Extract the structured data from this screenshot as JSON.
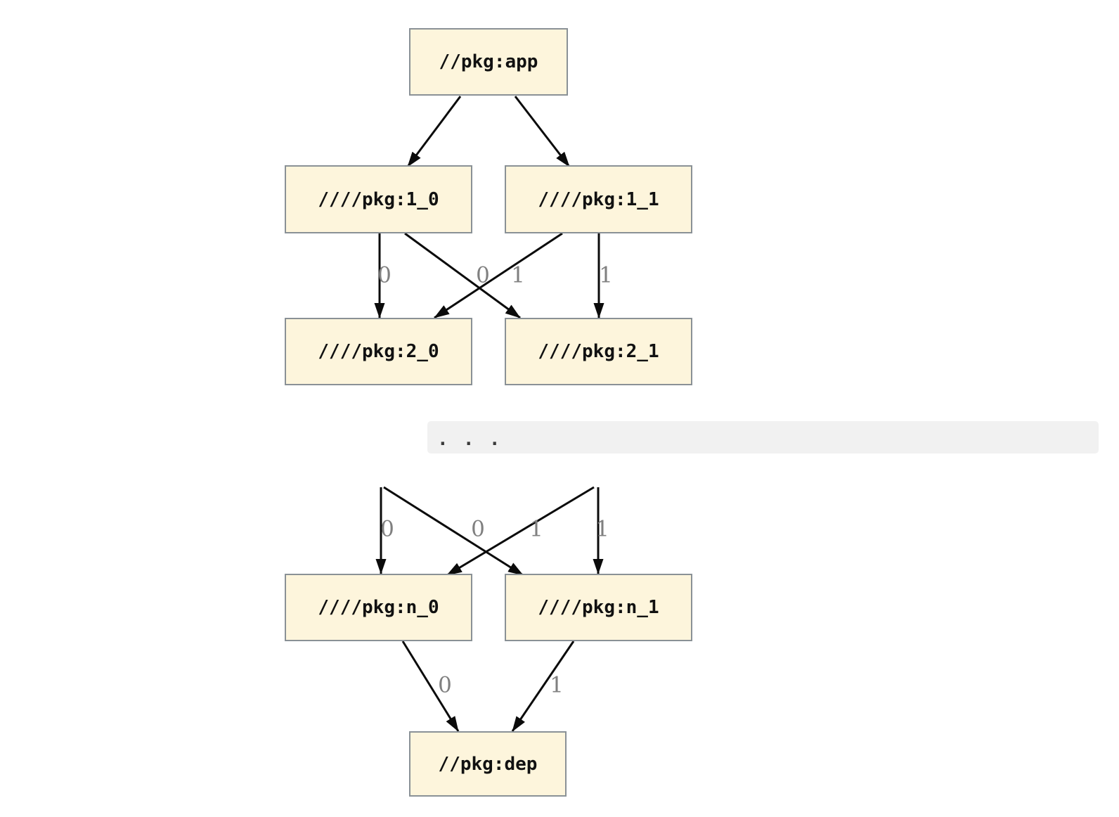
{
  "diagram": {
    "type": "dependency-graph",
    "nodes": [
      {
        "id": "app",
        "label": "//pkg:app"
      },
      {
        "id": "1_0",
        "label": "////pkg:1_0"
      },
      {
        "id": "1_1",
        "label": "////pkg:1_1"
      },
      {
        "id": "2_0",
        "label": "////pkg:2_0"
      },
      {
        "id": "2_1",
        "label": "////pkg:2_1"
      },
      {
        "id": "n_0",
        "label": "////pkg:n_0"
      },
      {
        "id": "n_1",
        "label": "////pkg:n_1"
      },
      {
        "id": "dep",
        "label": "//pkg:dep"
      }
    ],
    "ellipsis": ". . .",
    "edges": [
      {
        "from": "app",
        "to": "1_0",
        "label": ""
      },
      {
        "from": "app",
        "to": "1_1",
        "label": ""
      },
      {
        "from": "1_0",
        "to": "2_0",
        "label": "0"
      },
      {
        "from": "1_0",
        "to": "2_1",
        "label": "1"
      },
      {
        "from": "1_1",
        "to": "2_0",
        "label": "0"
      },
      {
        "from": "1_1",
        "to": "2_1",
        "label": "1"
      },
      {
        "from": "ellipsis",
        "to": "n_0",
        "label": "0"
      },
      {
        "from": "ellipsis",
        "to": "n_1",
        "label": "1"
      },
      {
        "from": "ellipsis",
        "to": "n_0",
        "label": "0"
      },
      {
        "from": "ellipsis",
        "to": "n_1",
        "label": "1"
      },
      {
        "from": "n_0",
        "to": "dep",
        "label": "0"
      },
      {
        "from": "n_1",
        "to": "dep",
        "label": "1"
      }
    ],
    "edge_labels": [
      {
        "edge": "1_0->2_0",
        "text": "0"
      },
      {
        "edge": "1_1->2_0",
        "text": "0"
      },
      {
        "edge": "1_0->2_1",
        "text": "1"
      },
      {
        "edge": "1_1->2_1",
        "text": "1"
      },
      {
        "edge": "ellipsis->n_0",
        "text": "0"
      },
      {
        "edge": "ellipsis-cross->n_0",
        "text": "0"
      },
      {
        "edge": "ellipsis-cross->n_1",
        "text": "1"
      },
      {
        "edge": "ellipsis->n_1",
        "text": "1"
      },
      {
        "edge": "n_0->dep",
        "text": "0"
      },
      {
        "edge": "n_1->dep",
        "text": "1"
      }
    ],
    "colors": {
      "background": "#ffffff",
      "node_fill": "#fdf5dc",
      "node_border": "#8a9196",
      "edge": "#0b0b0b",
      "edge_label": "#808080",
      "band_fill": "#f1f1f1"
    }
  }
}
